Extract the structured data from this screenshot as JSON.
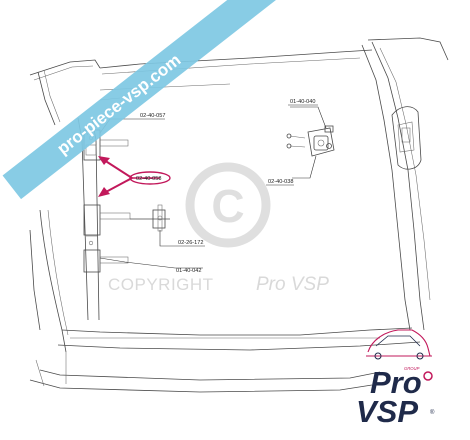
{
  "banner": {
    "text": "pro-piece-vsp.com",
    "color": "#7ec8e3"
  },
  "watermark": {
    "copyright_text": "COPYRIGHT",
    "brand_text": "Pro VSP",
    "symbol": "©"
  },
  "parts": [
    {
      "ref": "02-40-057"
    },
    {
      "ref": "02-40-058",
      "highlighted": true
    },
    {
      "ref": "01-40-042"
    },
    {
      "ref": "02-26-172"
    },
    {
      "ref": "01-40-040"
    },
    {
      "ref": "02-40-038"
    }
  ],
  "highlight_color": "#c2185b",
  "logo": {
    "group_label": "GROUP",
    "line1": "Pro",
    "line2": "VSP",
    "registered": "®",
    "brand_color": "#1f2a4a",
    "accent_color": "#c2185b"
  }
}
